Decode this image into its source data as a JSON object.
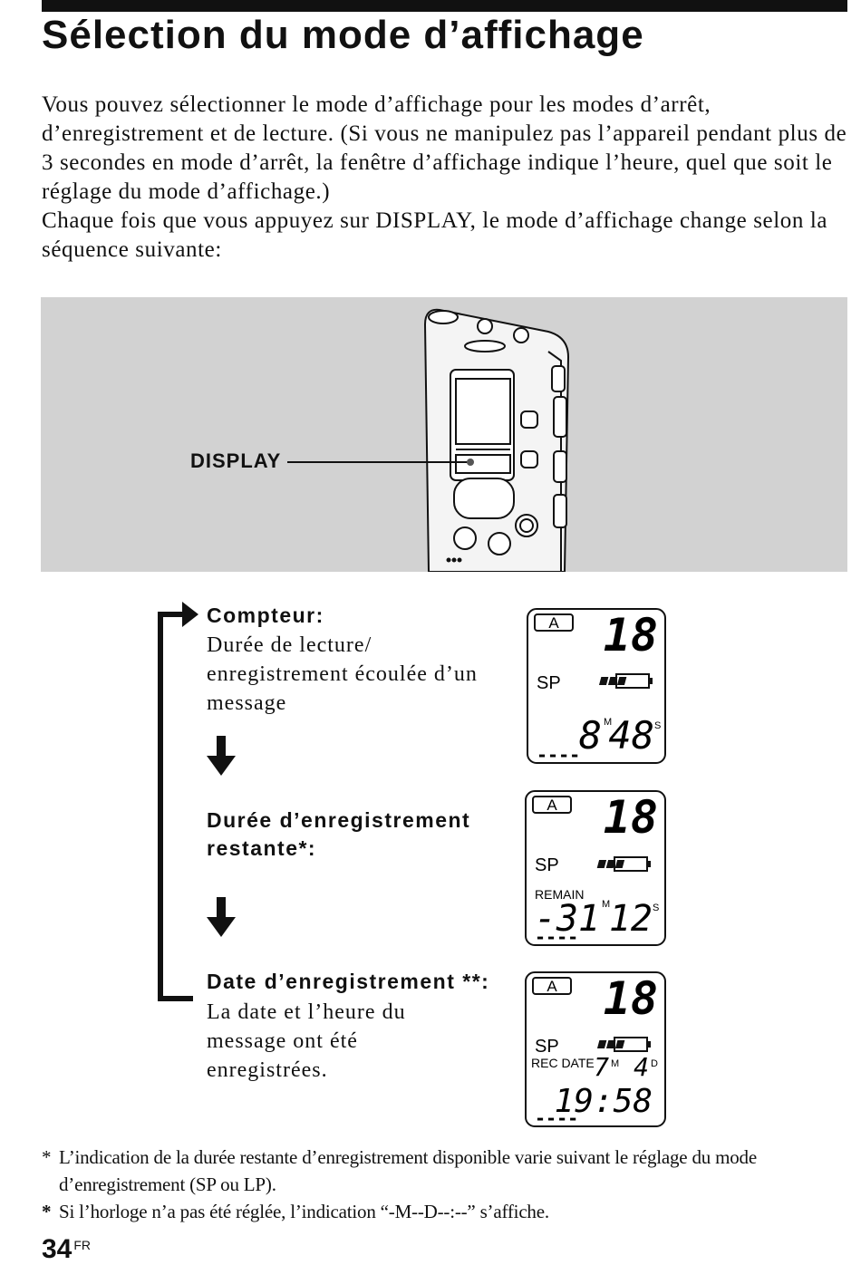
{
  "title": "Sélection du mode d’affichage",
  "intro": {
    "paragraph1": "Vous pouvez sélectionner le mode d’affichage pour les modes d’arrêt, d’enregistrement et de lecture. (Si vous ne manipulez pas l’appareil pendant plus de 3 secondes en mode d’arrêt, la fenêtre d’affichage indique l’heure, quel que soit le réglage du mode d’affichage.)",
    "paragraph2": "Chaque fois que vous appuyez sur DISPLAY, le mode d’affichage change selon la séquence suivante:"
  },
  "illustration": {
    "callout": "DISPLAY"
  },
  "steps": [
    {
      "heading": "Compteur:",
      "body": "Durée de lecture/ enregistrement écoulée d’un message"
    },
    {
      "heading": "Durée d’enregistrement restante*:",
      "body": ""
    },
    {
      "heading": "Date d’enregistrement **:",
      "body": "La date et l’heure du message ont été enregistrées."
    }
  ],
  "lcd": [
    {
      "folder": "A",
      "number": "18",
      "mode": "SP",
      "label": "",
      "minutes": "8",
      "seconds": "48",
      "unit_m": "M",
      "unit_s": "S",
      "dashes": "----"
    },
    {
      "folder": "A",
      "number": "18",
      "mode": "SP",
      "label": "REMAIN",
      "minutes": "-31",
      "seconds": "12",
      "unit_m": "M",
      "unit_s": "S",
      "dashes": "----"
    },
    {
      "folder": "A",
      "number": "18",
      "mode": "SP",
      "label": "REC DATE",
      "month": "7",
      "day": "4",
      "unit_m": "M",
      "unit_d": "D",
      "time": "19:58",
      "dashes": "----"
    }
  ],
  "footnotes": [
    {
      "mark": "*",
      "text": "L’indication de la durée restante d’enregistrement disponible varie suivant le réglage du mode d’enregistrement (SP ou LP)."
    },
    {
      "mark": "*",
      "text": "Si l’horloge n’a pas été réglée, l’indication “-M--D--:--” s’affiche."
    }
  ],
  "page": {
    "number": "34",
    "suffix": "FR"
  }
}
